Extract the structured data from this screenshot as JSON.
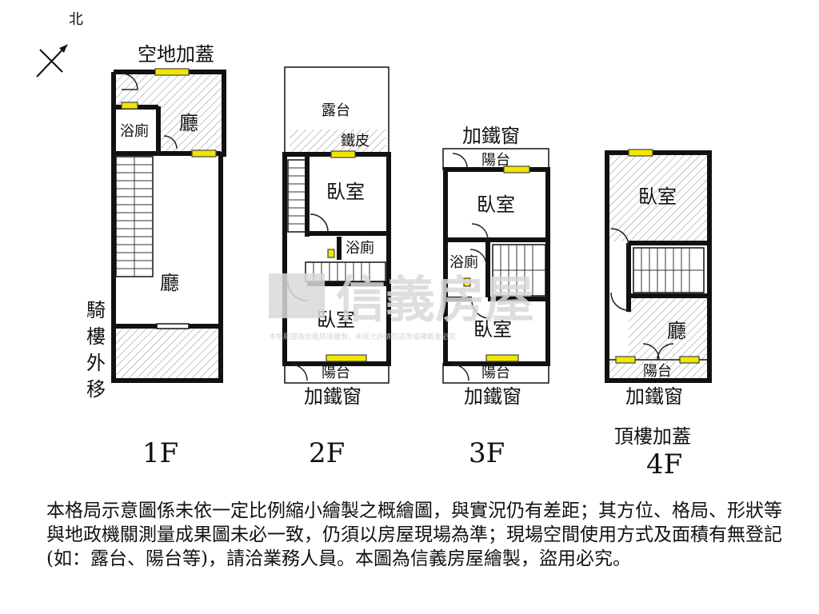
{
  "compass": {
    "label": "北"
  },
  "floors": [
    {
      "id": "1F",
      "label": "1F",
      "top_label": "空地加蓋",
      "rooms": [
        "廳",
        "浴廁",
        "廳"
      ],
      "side_label": "騎樓外移"
    },
    {
      "id": "2F",
      "label": "2F",
      "rooms": [
        "露台",
        "鐵皮",
        "臥室",
        "浴廁",
        "臥室",
        "陽台"
      ],
      "bottom_label": "加鐵窗"
    },
    {
      "id": "3F",
      "label": "3F",
      "top_label": "加鐵窗",
      "rooms": [
        "陽台",
        "臥室",
        "浴廁",
        "臥室",
        "陽台"
      ],
      "bottom_label": "加鐵窗"
    },
    {
      "id": "4F",
      "label": "4F",
      "caption": "頂樓加蓋",
      "rooms": [
        "臥室",
        "廳",
        "陽台"
      ],
      "bottom_label": "加鐵窗"
    }
  ],
  "watermark": {
    "brand": "信義房屋",
    "notice": "本格局圖為信義房屋繪製，未經允許請勿盜用或轉載者必究"
  },
  "disclaimer": "本格局示意圖係未依一定比例縮小繪製之概繪圖，與實況仍有差距；其方位、格局、形狀等與地政機關測量成果圖未必一致，仍須以房屋現場為準；現場空間使用方式及面積有無登記(如：露台、陽台等)，請洽業務人員。本圖為信義房屋繪製，盜用必究。"
}
